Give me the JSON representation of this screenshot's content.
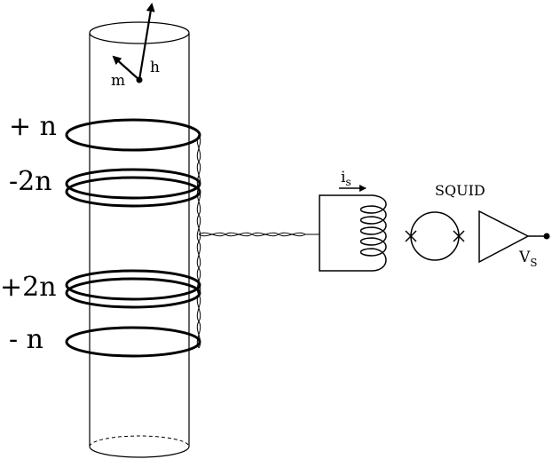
{
  "coil_labels": {
    "top": "+ n",
    "second": "-2n",
    "third": "+2n",
    "bottom": "- n"
  },
  "dipole": {
    "moment_label": "m",
    "field_label": "h"
  },
  "signal_current": {
    "symbol": "i",
    "subscript": "s"
  },
  "squid": {
    "label": "SQUID"
  },
  "output_voltage": {
    "symbol": "V",
    "subscript": "S"
  },
  "colors": {
    "line": "#000000",
    "background": "#ffffff"
  }
}
